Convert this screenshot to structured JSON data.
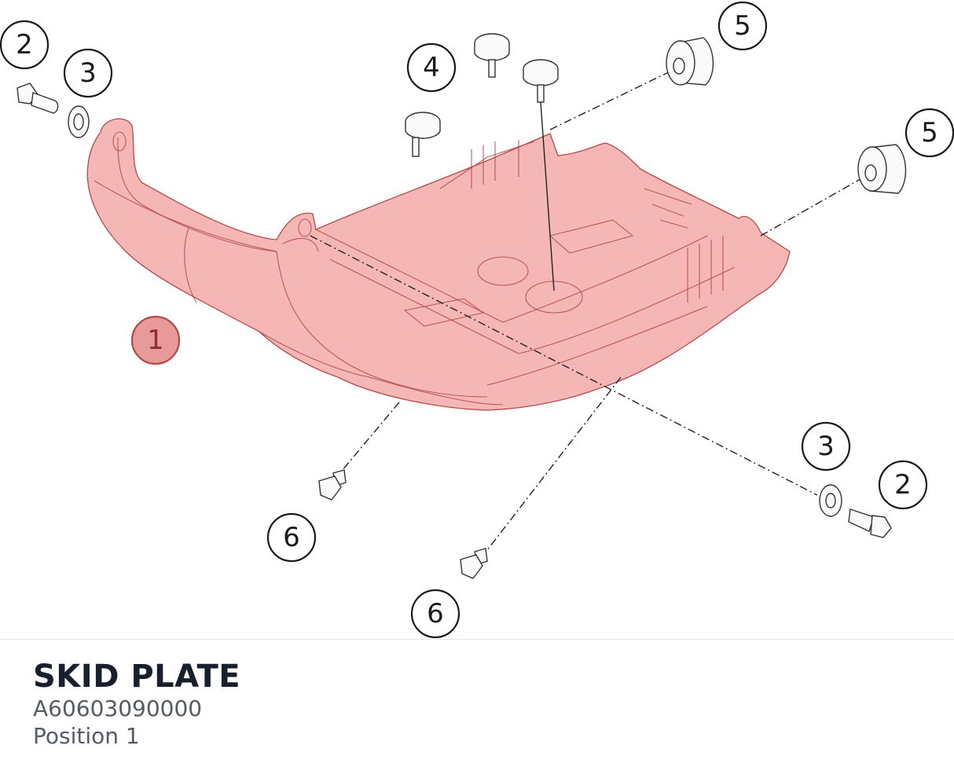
{
  "callouts": {
    "c2_top": "2",
    "c3_top": "3",
    "c4": "4",
    "c5_top": "5",
    "c5_right": "5",
    "c1": "1",
    "c3_right": "3",
    "c2_right": "2",
    "c6_left": "6",
    "c6_bottom": "6"
  },
  "info": {
    "title": "SKID PLATE",
    "part_number": "A60603090000",
    "position": "Position 1"
  },
  "colors": {
    "highlight_fill": "#f4b7b5",
    "highlight_stroke": "#b54a48",
    "title_color": "#17202c"
  }
}
